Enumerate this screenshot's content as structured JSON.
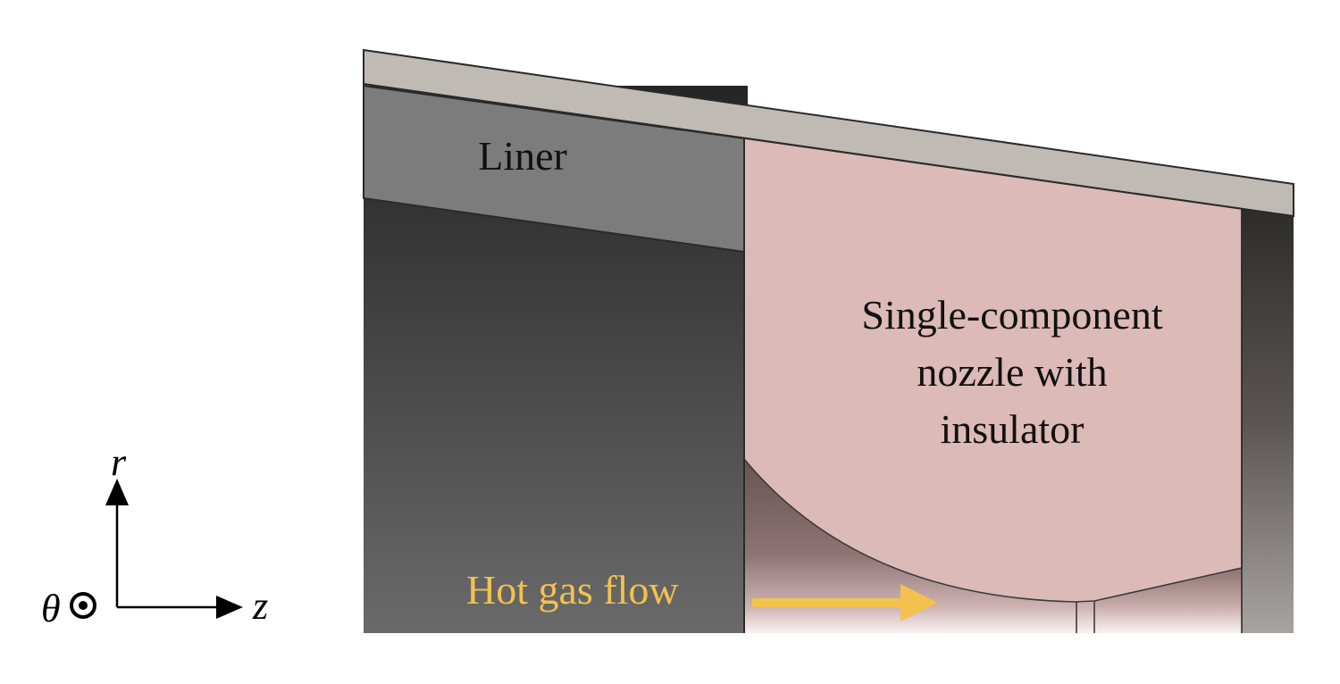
{
  "labels": {
    "liner": "Liner",
    "nozzle_line1": "Single-component",
    "nozzle_line2": "nozzle with",
    "nozzle_line3": "insulator",
    "flow": "Hot gas flow"
  },
  "axes": {
    "r": "r",
    "z": "z",
    "theta": "θ"
  },
  "colors": {
    "casing": "#c0bab5",
    "liner": "#7c7c7c",
    "nozzle": "#dcbab8",
    "flow_text": "#f2c14e",
    "flow_arrow": "#f2c14e",
    "chamber_dark": "#2b2b2b"
  },
  "icons": {
    "out_of_plane": "circled-dot-icon",
    "flow_direction": "arrow-right-icon"
  }
}
